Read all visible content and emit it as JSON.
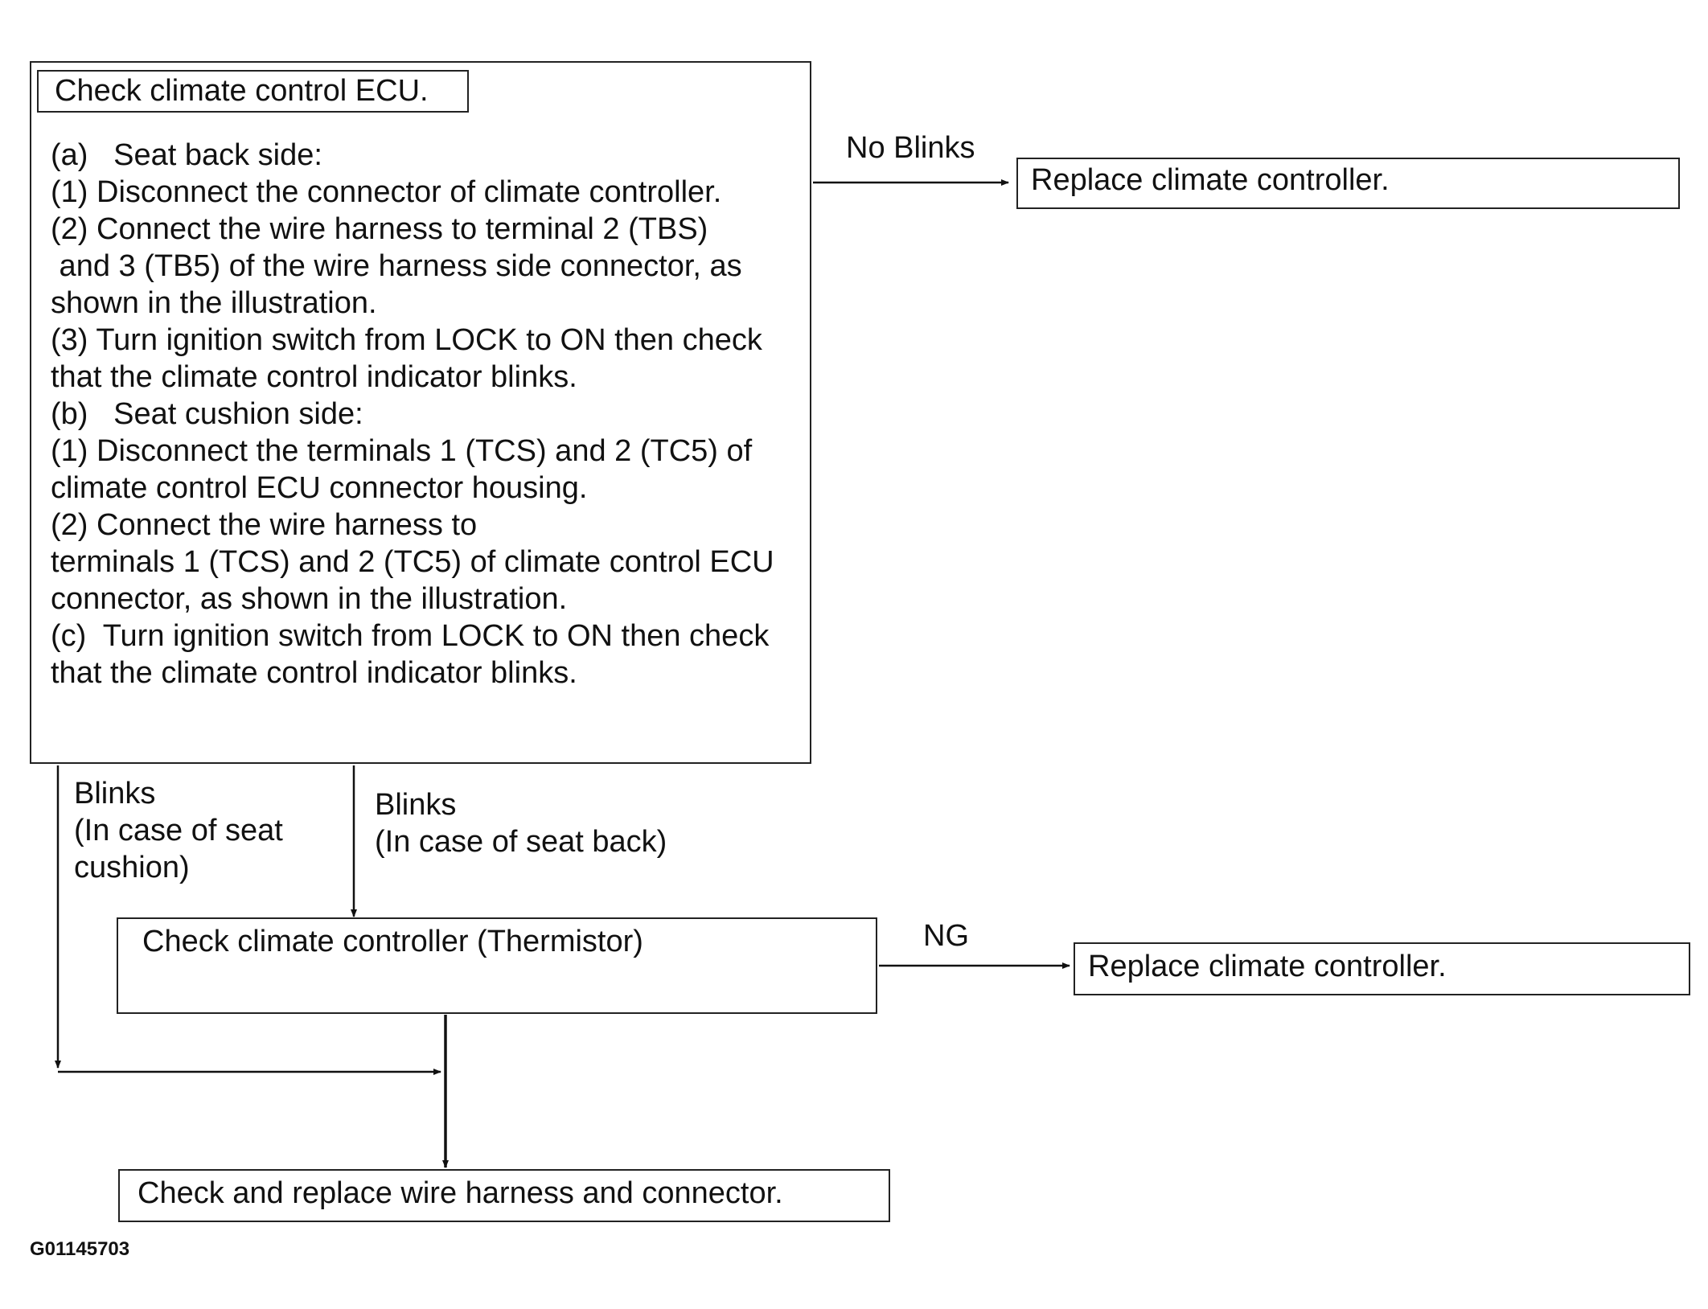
{
  "main_box": {
    "title": "Check climate control ECU.",
    "steps": [
      "(a)   Seat back side:",
      "(1) Disconnect the connector of climate controller.",
      "(2) Connect the wire harness to terminal 2 (TBS)",
      " and 3 (TB5) of the wire harness side connector, as",
      "shown in the illustration.",
      "(3) Turn ignition switch from LOCK to ON then check",
      "that the climate control indicator blinks.",
      "(b)   Seat cushion side:",
      "(1) Disconnect the terminals 1 (TCS) and 2 (TC5) of",
      "climate control ECU connector housing.",
      "(2) Connect the wire harness to",
      "terminals 1 (TCS) and 2 (TC5) of climate control ECU",
      "connector, as shown in the illustration.",
      "(c)  Turn ignition switch from LOCK to ON then check",
      "that the climate control indicator blinks."
    ]
  },
  "replace_box_1": {
    "text": "Replace climate controller."
  },
  "thermistor_box": {
    "text": "Check climate controller (Thermistor)"
  },
  "replace_box_2": {
    "text": "Replace climate controller."
  },
  "harness_box": {
    "text": "Check and replace wire harness and connector."
  },
  "edges": {
    "no_blinks": "No Blinks",
    "blinks_cushion": [
      "Blinks",
      "(In case of seat",
      "cushion)"
    ],
    "blinks_back": [
      "Blinks",
      "(In case of seat back)"
    ],
    "ng": "NG"
  },
  "figure_code": "G01145703"
}
